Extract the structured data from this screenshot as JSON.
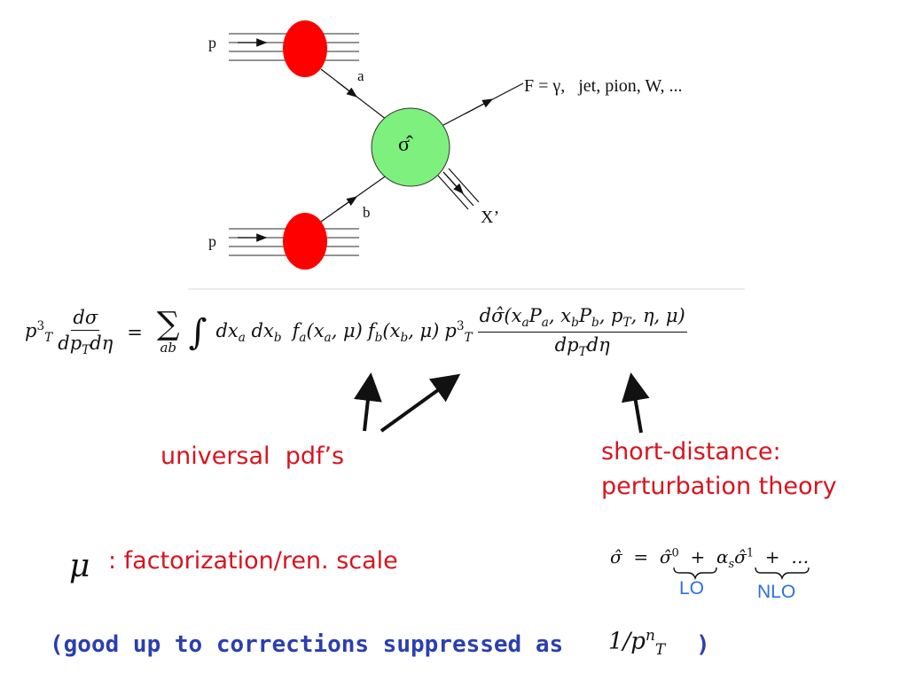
{
  "diagram": {
    "proton_top": "p",
    "proton_bottom": "p",
    "parton_a": "a",
    "parton_b": "b",
    "hard_xsec": "σ̂",
    "final_state": "F = γ,   jet, pion, W, ...",
    "remnant": "X’"
  },
  "formula": {
    "lhs_prefix": "p",
    "lhs_num": "dσ",
    "lhs_den": "dp",
    "equals": "=",
    "sum_sub": "ab",
    "integrand": "dx",
    "pdf_a": "f",
    "pdf_b": "f",
    "rhs_num": "dσ̂(x",
    "rhs_den": "dp"
  },
  "annotations": {
    "universal": "universal  pdf’s",
    "short_distance_1": "short-distance:",
    "short_distance_2": "perturbation theory",
    "mu_symbol": "μ",
    "scale": ": factorization/ren. scale",
    "lo": "LO",
    "nlo": "NLO",
    "corrections": "(good up to corrections suppressed as",
    "corrections_close": ")"
  },
  "colors": {
    "annotation_red": "#d8141e",
    "note_blue": "#2b3fb0",
    "order_blue": "#2c6fe0",
    "proton_red": "#ff0000",
    "blob_green": "#7df07d"
  }
}
